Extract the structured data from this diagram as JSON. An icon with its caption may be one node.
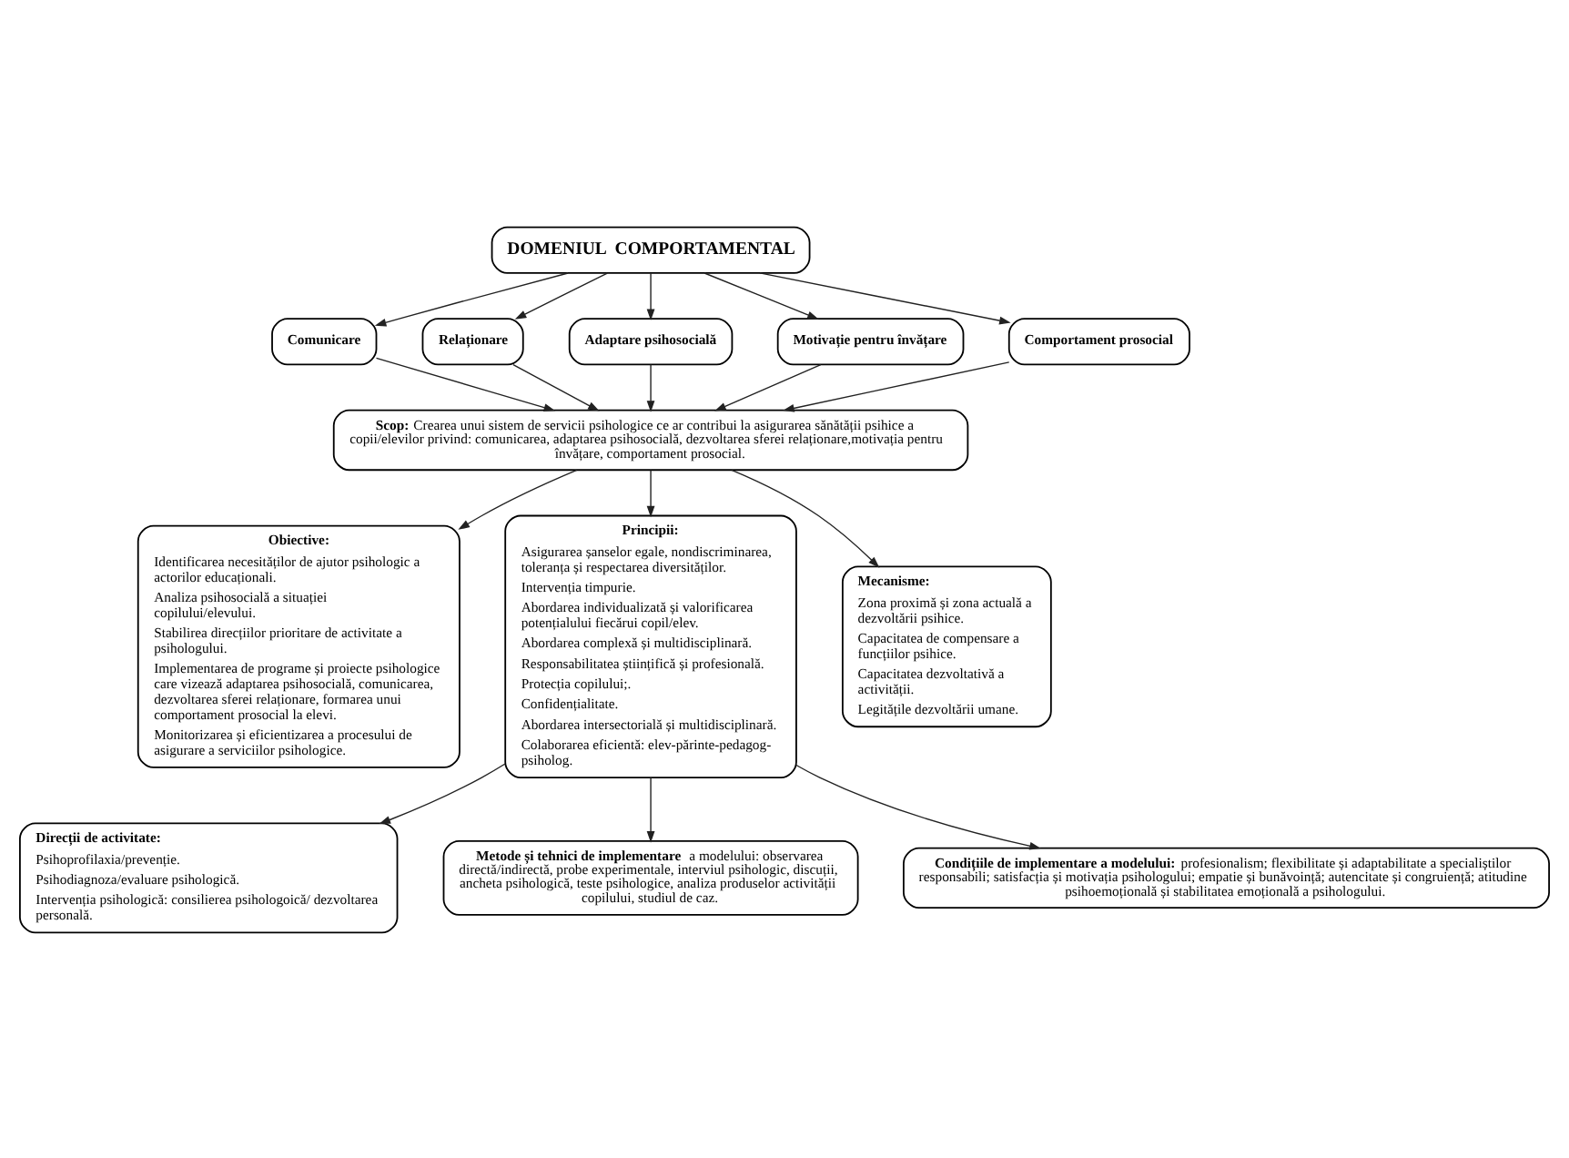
{
  "diagram": {
    "nodes": [
      {
        "text": [
          "DOMENIUL  COMPORTAMENTAL"
        ]
      },
      {
        "text": [
          "Comunicare"
        ]
      },
      {
        "text": [
          "Relaționare"
        ]
      },
      {
        "text": [
          "Adaptare psihosocială"
        ]
      },
      {
        "text": [
          "Motivație pentru învățare"
        ]
      },
      {
        "text": [
          "Comportament prosocial"
        ]
      },
      {
        "text": [
          "**Scop:** Crearea unui sistem de servicii psihologice ce ar contribui la asigurarea sănătății psihice a copii/elevilor privind: comunicarea, adaptarea psihosocială, dezvoltarea sferei relaționare,motivația pentru învățare, comportament prosocial."
        ]
      },
      {
        "text": [
          "Obiective:",
          "Identificarea necesităților de ajutor psihologic a actorilor educaționali.",
          "Analiza psihosocială a situației copilului/elevului.",
          "Stabilirea direcțiilor prioritare de activitate a psihologului.",
          "Implementarea de programe și proiecte psihologice care vizează adaptarea psihosocială, comunicarea, dezvoltarea sferei relaționare, formarea unui comportament prosocial la elevi.",
          "Monitorizarea și eficientizarea a procesului de asigurare a serviciilor psihologice."
        ]
      },
      {
        "text": [
          "Principii:",
          "Asigurarea șanselor egale, nondiscriminarea, toleranța și respectarea diversităților.",
          "Intervenția timpurie.",
          "Abordarea individualizată și valorificarea potențialului fiecărui copil/elev.",
          "Abordarea complexă și multidisciplinară.",
          "Responsabilitatea științifică și profesională.",
          "Protecția copilului;.",
          "Confidențialitate.",
          "Abordarea intersectorială și multidisciplinară.",
          "Colaborarea eficientă: elev-părinte-pedagog- psiholog."
        ]
      },
      {
        "text": [
          "Mecanisme:",
          "Zona proximă și zona actuală a dezvoltării psihice.",
          "Capacitatea de compensare a funcțiilor psihice.",
          "Capacitatea dezvoltativă a activității.",
          "Legitățile dezvoltării umane."
        ]
      },
      {
        "text": [
          "Direcții de activitate:",
          "Psihoprofilaxia/prevenție.",
          "Psihodiagnoza/evaluare psihologică.",
          "Intervenția psihologică: consilierea psihologoică/ dezvoltarea personală."
        ]
      },
      {
        "text": [
          "**Metode și tehnici de implementare** a modelului: observarea directă/indirectă, probe experimentale, interviul psihologic, discuții, ancheta psihologică, teste psihologice, analiza produselor activității copilului, studiul de caz."
        ]
      },
      {
        "text": [
          "**Condițiile de implementare a modelului:** profesionalism; flexibilitate și adaptabilitate a specialiștilor responsabili; satisfacția și motivația psihologului; empatie și bunăvoință; autencitate și congruiență; atitudine psihoemoțională și stabilitatea emoțională a psihologului."
        ]
      }
    ],
    "edges": [
      {
        "from": 0,
        "to": 1,
        "arrow": "to"
      },
      {
        "from": 0,
        "to": 2,
        "arrow": "to"
      },
      {
        "from": 0,
        "to": 3,
        "arrow": "to"
      },
      {
        "from": 0,
        "to": 4,
        "arrow": "to"
      },
      {
        "from": 0,
        "to": 5,
        "arrow": "to"
      },
      {
        "from": 1,
        "to": 6,
        "arrow": "to"
      },
      {
        "from": 2,
        "to": 6,
        "arrow": "to"
      },
      {
        "from": 3,
        "to": 6,
        "arrow": "to"
      },
      {
        "from": 4,
        "to": 6,
        "arrow": "to"
      },
      {
        "from": 5,
        "to": 6,
        "arrow": "to"
      },
      {
        "from": 6,
        "to": 7,
        "arrow": "to"
      },
      {
        "from": 6,
        "to": 8,
        "arrow": "to"
      },
      {
        "from": 6,
        "to": 9,
        "arrow": "to"
      },
      {
        "from": 8,
        "to": 10,
        "arrow": "to"
      },
      {
        "from": 8,
        "to": 11,
        "arrow": "to"
      },
      {
        "from": 8,
        "to": 12,
        "arrow": "to"
      }
    ]
  }
}
